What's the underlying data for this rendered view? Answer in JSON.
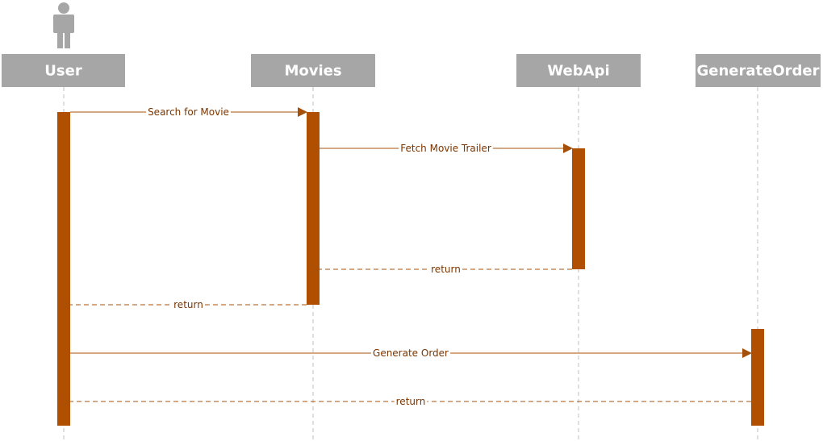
{
  "colors": {
    "header_fill": "#a6a6a6",
    "header_text": "#ffffff",
    "actor_icon": "#a6a6a6",
    "lifeline": "#bfbfbf",
    "activation": "#b04f00",
    "message": "#a4500b",
    "label_text": "#7a3500"
  },
  "actor": {
    "icon": "person-icon"
  },
  "participants": [
    {
      "id": "user",
      "label": "User"
    },
    {
      "id": "movies",
      "label": "Movies"
    },
    {
      "id": "webapi",
      "label": "WebApi"
    },
    {
      "id": "generate-order",
      "label": "GenerateOrder"
    }
  ],
  "messages": [
    {
      "id": "search-for-movie",
      "from": "user",
      "to": "movies",
      "label": "Search for Movie",
      "kind": "sync"
    },
    {
      "id": "fetch-movie-trailer",
      "from": "movies",
      "to": "webapi",
      "label": "Fetch Movie Trailer",
      "kind": "sync"
    },
    {
      "id": "return-webapi",
      "from": "webapi",
      "to": "movies",
      "label": "return",
      "kind": "return"
    },
    {
      "id": "return-movies",
      "from": "movies",
      "to": "user",
      "label": "return",
      "kind": "return"
    },
    {
      "id": "generate-order",
      "from": "user",
      "to": "generate-order",
      "label": "Generate Order",
      "kind": "sync"
    },
    {
      "id": "return-generate-order",
      "from": "generate-order",
      "to": "user",
      "label": "return",
      "kind": "return"
    }
  ],
  "activations": [
    {
      "participant": "user",
      "start_message": "search-for-movie",
      "end_message": "end"
    },
    {
      "participant": "movies",
      "start_message": "search-for-movie",
      "end_message": "return-movies"
    },
    {
      "participant": "webapi",
      "start_message": "fetch-movie-trailer",
      "end_message": "return-webapi"
    },
    {
      "participant": "generate-order",
      "start_message": "generate-order",
      "end_message": "end"
    }
  ]
}
